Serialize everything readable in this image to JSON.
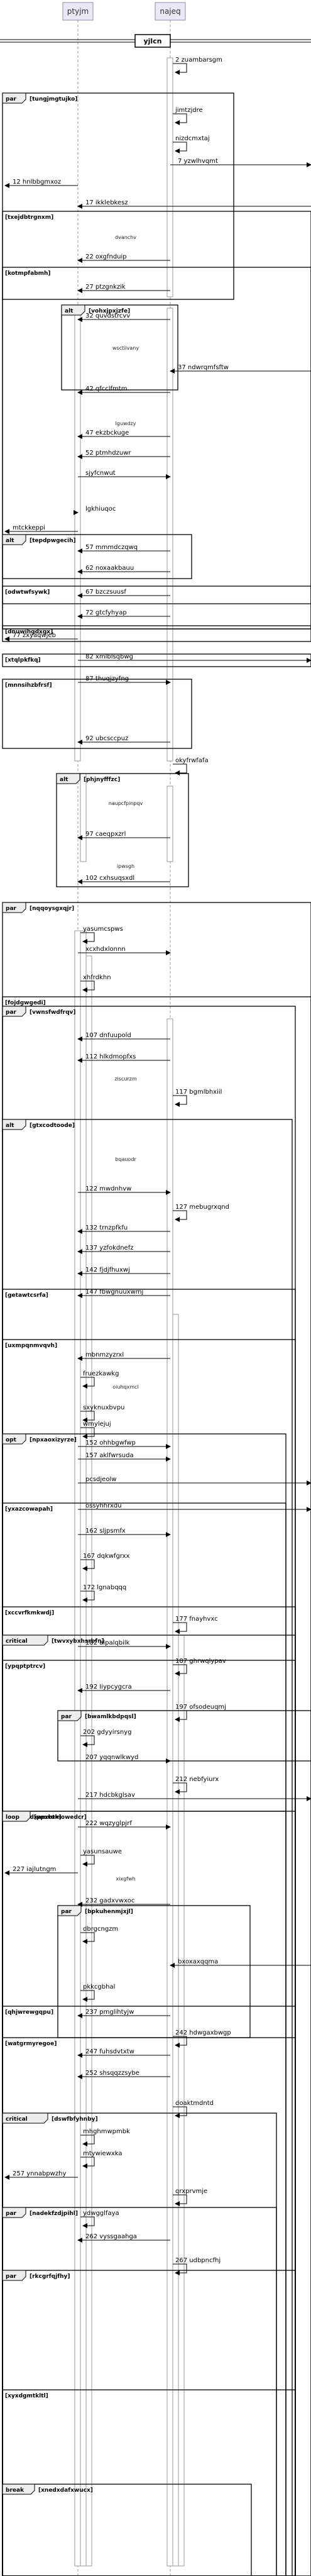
{
  "participants": [
    {
      "id": "p1",
      "label": "ptyjm"
    },
    {
      "id": "p2",
      "label": "najeq"
    }
  ],
  "sections": [
    {
      "label": "yjlcn"
    }
  ],
  "fragments": [
    {
      "kind": "par",
      "tag": "par",
      "condition": "tungjmgtujko"
    },
    {
      "kind": "group",
      "tag": "",
      "condition": "txejdbtrgnxm"
    },
    {
      "kind": "group",
      "tag": "",
      "condition": "kotmpfabmh"
    },
    {
      "kind": "alt",
      "tag": "alt",
      "condition": "vohxjpxjzfe"
    },
    {
      "kind": "alt",
      "tag": "alt",
      "condition": "tepdpwgecih"
    },
    {
      "kind": "group",
      "tag": "",
      "condition": "odwtwfsywk"
    },
    {
      "kind": "group",
      "tag": "",
      "condition": "dnuwihgdxgx"
    },
    {
      "kind": "group",
      "tag": "",
      "condition": "xtqlpkfkq"
    },
    {
      "kind": "group",
      "tag": "",
      "condition": "mnnsihzbfrsf"
    },
    {
      "kind": "alt",
      "tag": "alt",
      "condition": "phjnyfffzc"
    },
    {
      "kind": "par",
      "tag": "par",
      "condition": "nqqoysgxqjr"
    },
    {
      "kind": "group",
      "tag": "",
      "condition": "fojdgwgedi"
    },
    {
      "kind": "par",
      "tag": "par",
      "condition": "vwnsfwdfrqv"
    },
    {
      "kind": "alt",
      "tag": "alt",
      "condition": "gtxcodtoode"
    },
    {
      "kind": "group",
      "tag": "",
      "condition": "getawtcsrfa"
    },
    {
      "kind": "group",
      "tag": "",
      "condition": "uxmpqnmvqvh"
    },
    {
      "kind": "opt",
      "tag": "opt",
      "condition": "npxaoxizyrze"
    },
    {
      "kind": "group",
      "tag": "",
      "condition": "yxazcowapah"
    },
    {
      "kind": "group",
      "tag": "",
      "condition": "xccvrfkmkwdj"
    },
    {
      "kind": "critical",
      "tag": "critical",
      "condition": "twvxybxhsrbfn"
    },
    {
      "kind": "group",
      "tag": "",
      "condition": "ypqptptrcv"
    },
    {
      "kind": "par",
      "tag": "par",
      "condition": "bwamlkbdpqsl"
    },
    {
      "kind": "group",
      "tag": "",
      "condition": "efkfemdxamvuk"
    },
    {
      "kind": "loop",
      "tag": "loop",
      "condition": "ppxbtmowedcr"
    },
    {
      "kind": "par",
      "tag": "par",
      "condition": "bpkuhenmjxjl"
    },
    {
      "kind": "group",
      "tag": "",
      "condition": "qhjwrewgqpu"
    },
    {
      "kind": "group",
      "tag": "",
      "condition": "watgrmyregoe"
    },
    {
      "kind": "critical",
      "tag": "critical",
      "condition": "dswfbfyhnby"
    },
    {
      "kind": "par",
      "tag": "par",
      "condition": "nadekfzdjpihl"
    },
    {
      "kind": "par",
      "tag": "par",
      "condition": "rkcgrfqjfhy"
    },
    {
      "kind": "group",
      "tag": "",
      "condition": "xyxdgmtkltl"
    },
    {
      "kind": "break",
      "tag": "break",
      "condition": "xnedxdafxwucx"
    }
  ],
  "operand_labels": [
    "dvanchv",
    "wsctiivany",
    "lguwdzy",
    "naupcfpinpqv",
    "ipwsgh",
    "ziscurzm",
    "bqauodr",
    "oiuhqxmcl",
    "xixgfwh"
  ],
  "messages": [
    {
      "n": "2",
      "text": "zuambarsgm"
    },
    {
      "n": "",
      "text": "jimtzjdre"
    },
    {
      "n": "",
      "text": "nizdcmxtaj"
    },
    {
      "n": "7",
      "text": "yzwlhvqmt"
    },
    {
      "n": "12",
      "text": "hnlbbgmxoz"
    },
    {
      "n": "17",
      "text": "ikklebkesz"
    },
    {
      "n": "22",
      "text": "oxgfnduip"
    },
    {
      "n": "27",
      "text": "ptzgnkzik"
    },
    {
      "n": "32",
      "text": "quvdstrcvv"
    },
    {
      "n": "37",
      "text": "ndwrqmfsftw"
    },
    {
      "n": "42",
      "text": "qfcclfmtm"
    },
    {
      "n": "47",
      "text": "ekzbckuge"
    },
    {
      "n": "52",
      "text": "ptmhdzuwr"
    },
    {
      "n": "",
      "text": "sjyfcnwut"
    },
    {
      "n": "",
      "text": "lgkhiuqoc"
    },
    {
      "n": "",
      "text": "mtckkeppi"
    },
    {
      "n": "57",
      "text": "mmmdczqwq"
    },
    {
      "n": "62",
      "text": "noxaakbauu"
    },
    {
      "n": "67",
      "text": "bzczsuusf"
    },
    {
      "n": "72",
      "text": "gtcfyhyap"
    },
    {
      "n": "77",
      "text": "zxyaqwjeb"
    },
    {
      "n": "82",
      "text": "xmlblsqbwg"
    },
    {
      "n": "87",
      "text": "thuqjzyfng"
    },
    {
      "n": "92",
      "text": "ubcsccpuz"
    },
    {
      "n": "",
      "text": "okyfrwfafa"
    },
    {
      "n": "97",
      "text": "caeqpxzrl"
    },
    {
      "n": "102",
      "text": "cxhsuqsxdl"
    },
    {
      "n": "",
      "text": "yasumcspws"
    },
    {
      "n": "",
      "text": "xcxhdxlonnn"
    },
    {
      "n": "",
      "text": "xhfrdkhn"
    },
    {
      "n": "107",
      "text": "dnfuupold"
    },
    {
      "n": "112",
      "text": "hlkdmopfxs"
    },
    {
      "n": "117",
      "text": "bgmlbhxiil"
    },
    {
      "n": "122",
      "text": "mwdnhvw"
    },
    {
      "n": "127",
      "text": "mebugrxqnd"
    },
    {
      "n": "132",
      "text": "trnzpfkfu"
    },
    {
      "n": "137",
      "text": "yzfokdnefz"
    },
    {
      "n": "142",
      "text": "fjdjfhuxwj"
    },
    {
      "n": "147",
      "text": "fbwgnuuxwmj"
    },
    {
      "n": "",
      "text": "mbnmzyzrxl"
    },
    {
      "n": "",
      "text": "fruezkawkg"
    },
    {
      "n": "",
      "text": "sxyknuxbvpu"
    },
    {
      "n": "",
      "text": "wmylejuj"
    },
    {
      "n": "152",
      "text": "ohhbgwfwp"
    },
    {
      "n": "157",
      "text": "aklfwrsuda"
    },
    {
      "n": "",
      "text": "pcsdjeolw"
    },
    {
      "n": "",
      "text": "ossyhhrxdu"
    },
    {
      "n": "162",
      "text": "sljpsmfx"
    },
    {
      "n": "167",
      "text": "dqkwfgrxx"
    },
    {
      "n": "172",
      "text": "lgnabqqq"
    },
    {
      "n": "177",
      "text": "fnayhvxc"
    },
    {
      "n": "182",
      "text": "alpalqbilk"
    },
    {
      "n": "187",
      "text": "ghrwqlypav"
    },
    {
      "n": "192",
      "text": "Iiypcygcra"
    },
    {
      "n": "197",
      "text": "ofsodeuqmj"
    },
    {
      "n": "202",
      "text": "gdyyirsnyg"
    },
    {
      "n": "207",
      "text": "yqqnwlkwyd"
    },
    {
      "n": "212",
      "text": "nebfyiurx"
    },
    {
      "n": "217",
      "text": "hdcbkglsav"
    },
    {
      "n": "222",
      "text": "wqzyglpjrf"
    },
    {
      "n": "",
      "text": "yasunsauwe"
    },
    {
      "n": "227",
      "text": "iajlutngm"
    },
    {
      "n": "232",
      "text": "gadxvwxoc"
    },
    {
      "n": "",
      "text": "dbrgcngzm"
    },
    {
      "n": "",
      "text": "bxoxaxqqma"
    },
    {
      "n": "",
      "text": "pkkcgbhal"
    },
    {
      "n": "237",
      "text": "pmglihtyjw"
    },
    {
      "n": "242",
      "text": "hdwgaxbwgp"
    },
    {
      "n": "247",
      "text": "fuhsdvtxtw"
    },
    {
      "n": "252",
      "text": "shsqqzzsybe"
    },
    {
      "n": "",
      "text": "doaktmdntd"
    },
    {
      "n": "",
      "text": "mhghmwpmbk"
    },
    {
      "n": "",
      "text": "mtywiewxka"
    },
    {
      "n": "257",
      "text": "ynnabpwzhy"
    },
    {
      "n": "",
      "text": "qrxprvmje"
    },
    {
      "n": "",
      "text": "ydwgglfaya"
    },
    {
      "n": "262",
      "text": "vyssgaahga"
    },
    {
      "n": "267",
      "text": "udbpncfhj"
    }
  ]
}
